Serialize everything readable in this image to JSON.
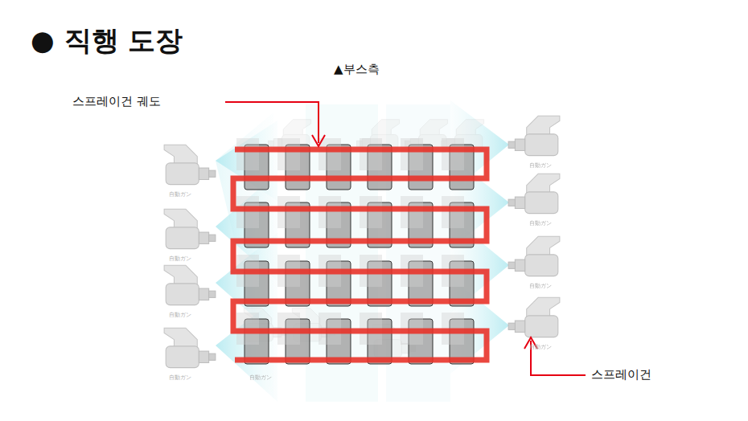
{
  "diagram": {
    "title": "● 직행 도장",
    "labels": [
      "▲부스측",
      "스프레이건 궤도",
      "스프레이건",
      "自動ガン",
      "自動ガン",
      "自動ガン",
      "自動ガン",
      "自動ガン",
      "自動ガン",
      "自動ガン",
      "自動ガン",
      "自動ガン"
    ]
  }
}
